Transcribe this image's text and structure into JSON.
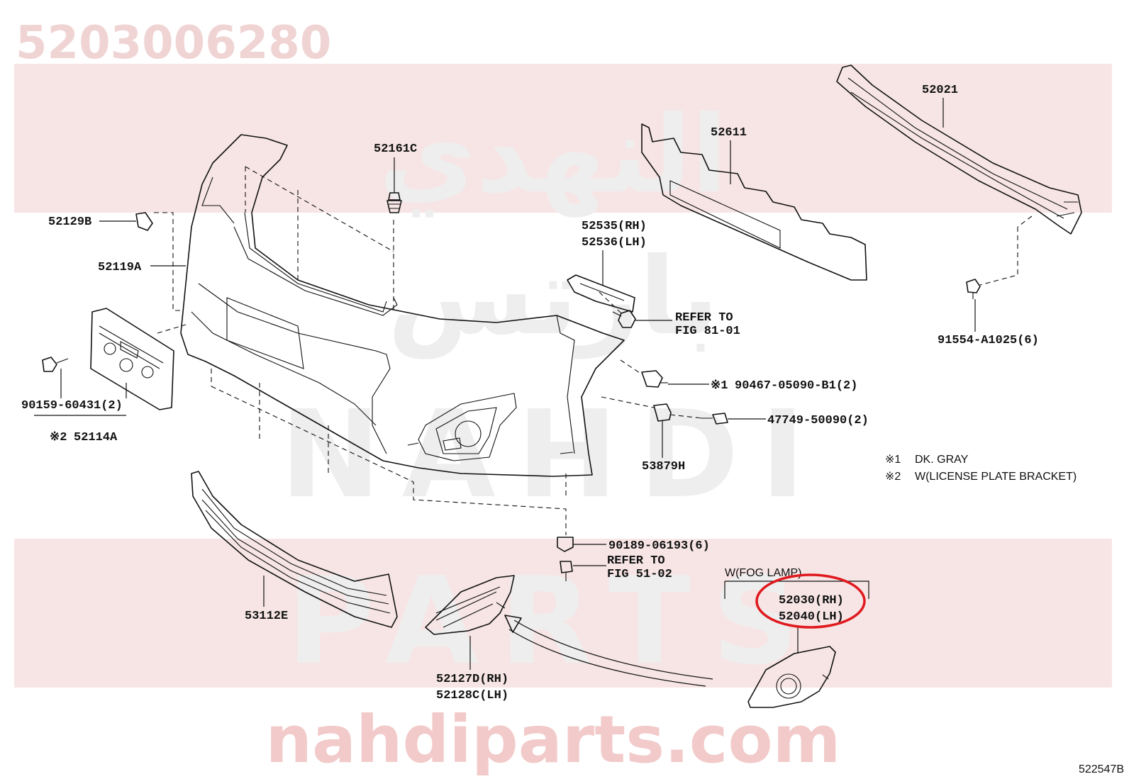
{
  "watermark": {
    "part_number": "5203006280",
    "arabic_name": "النهدي",
    "arabic_tag": "بارتس",
    "brand_latin_1": "NAHDI",
    "brand_latin_2": "PARTS",
    "site_url": "nahdiparts.com"
  },
  "diagram_id": "522547B",
  "callouts": {
    "c52021": "52021",
    "c52611": "52611",
    "c52161C": "52161C",
    "c52129B": "52129B",
    "c52119A": "52119A",
    "c52535": "52535(RH)",
    "c52536": "52536(LH)",
    "refer1_a": "REFER TO",
    "refer1_b": "FIG 81-01",
    "c91554": "91554-A1025(6)",
    "c90467": "90467-05090-B1(2)",
    "c90467_mark": "※1",
    "c47749": "47749-50090(2)",
    "c53879H": "53879H",
    "c90159": "90159-60431(2)",
    "c52114A": "52114A",
    "c52114A_mark": "※2",
    "c90189": "90189-06193(6)",
    "refer2_a": "REFER TO",
    "refer2_b": "FIG 51-02",
    "c53112E": "53112E",
    "c52127D": "52127D(RH)",
    "c52128C": "52128C(LH)",
    "fog_label": "W(FOG LAMP)",
    "c52030": "52030(RH)",
    "c52040": "52040(LH)"
  },
  "legend": {
    "mark1": "※1",
    "text1": "DK. GRAY",
    "mark2": "※2",
    "text2": "W(LICENSE PLATE BRACKET)"
  },
  "highlight": {
    "target": "52030(RH)",
    "color": "#e0191e"
  },
  "colors": {
    "band": "#f2d3d3",
    "ink": "#111111"
  }
}
